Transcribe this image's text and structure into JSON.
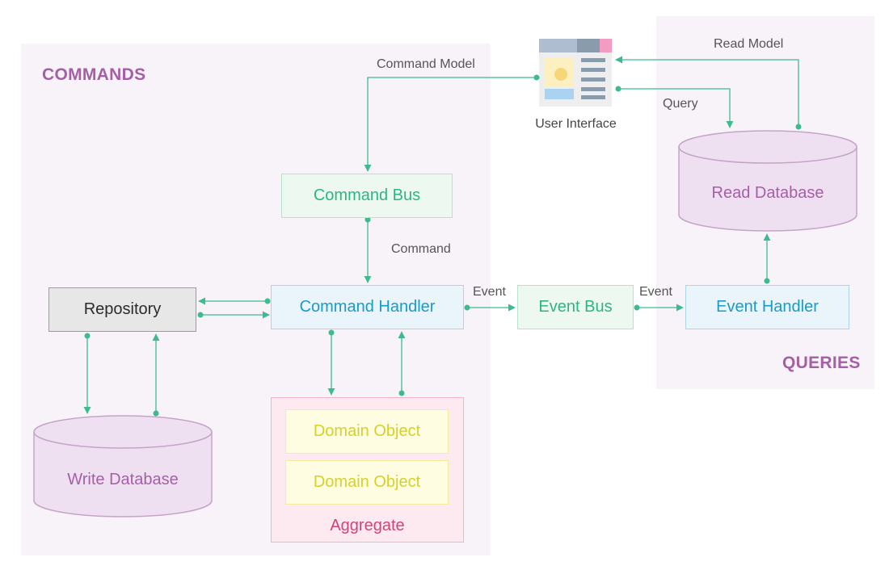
{
  "regions": {
    "commands_title": "COMMANDS",
    "queries_title": "QUERIES"
  },
  "nodes": {
    "user_interface": "User Interface",
    "command_bus": "Command Bus",
    "command_handler": "Command Handler",
    "event_bus": "Event Bus",
    "event_handler": "Event Handler",
    "repository": "Repository",
    "domain_object_1": "Domain Object",
    "domain_object_2": "Domain Object",
    "aggregate": "Aggregate",
    "read_database": "Read Database",
    "write_database": "Write Database"
  },
  "edges": {
    "command_model": "Command Model",
    "read_model": "Read Model",
    "query": "Query",
    "command": "Command",
    "event_1": "Event",
    "event_2": "Event"
  },
  "colors": {
    "arrow": "#3dbb8f",
    "region": "#f8f2f9",
    "region_title": "#a55fa6",
    "database_fill": "#efe0f1",
    "database_stroke": "#c6a4c9"
  },
  "icons": {
    "user_interface": "window-icon"
  }
}
